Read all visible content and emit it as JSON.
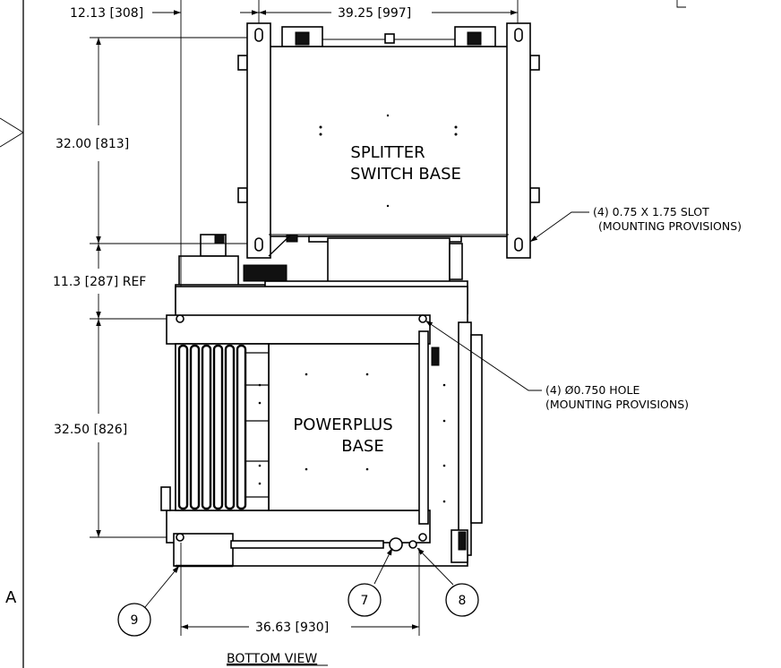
{
  "dimensions": {
    "offset_left": "12.13 [308]",
    "width_top": "39.25 [997]",
    "height_splitter": "32.00 [813]",
    "gap_ref": "11.3 [287] REF",
    "height_powerplus": "32.50 [826]",
    "width_bottom": "36.63 [930]"
  },
  "parts": {
    "splitter_line1": "SPLITTER",
    "splitter_line2": "SWITCH BASE",
    "powerplus_line1": "POWERPLUS",
    "powerplus_line2": "BASE"
  },
  "notes": {
    "slot_line1": "(4) 0.75 X 1.75 SLOT",
    "slot_line2": "(MOUNTING PROVISIONS)",
    "hole_line1": "(4) Ø0.750 HOLE",
    "hole_line2": "(MOUNTING PROVISIONS)"
  },
  "balloons": {
    "b7": "7",
    "b8": "8",
    "b9": "9"
  },
  "zone_letter": "A",
  "view_title": "BOTTOM VIEW"
}
